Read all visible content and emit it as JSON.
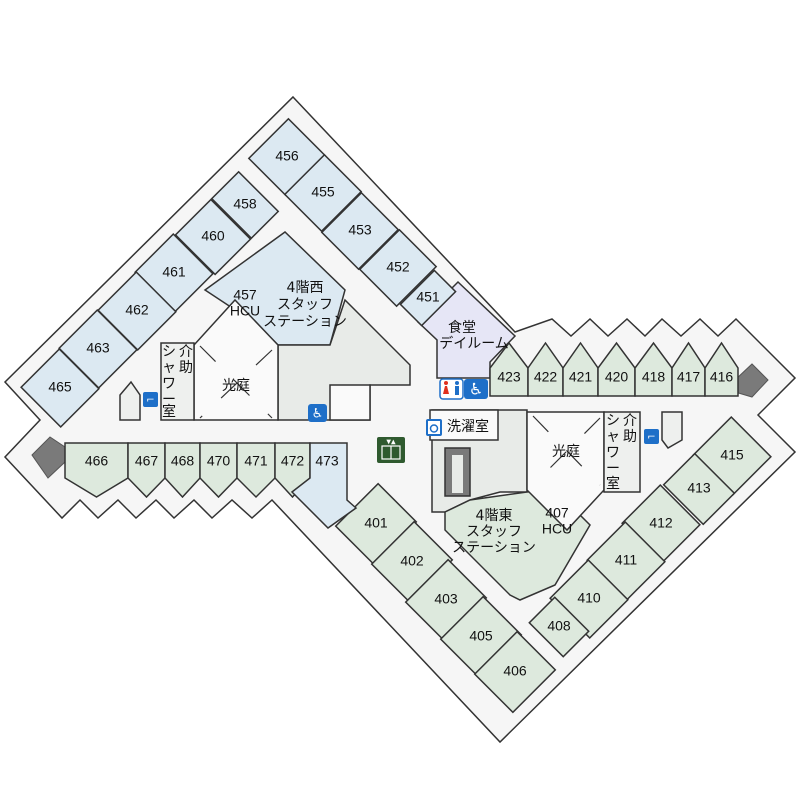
{
  "colors": {
    "patient_room_west": "#dce9f2",
    "patient_room_east": "#dde9dd",
    "dining": "#e6e6f6",
    "corridor": "#f6f6f6",
    "service": "#e8ebe8",
    "stairs": "#7a7a7a",
    "elevator": "#2f5a2f",
    "sign_blue": "#1e6fc8",
    "toilet_red": "#e0301e"
  },
  "rooms": [
    "456",
    "455",
    "453",
    "452",
    "451",
    "458",
    "460",
    "461",
    "462",
    "463",
    "465",
    "401",
    "402",
    "403",
    "405",
    "406",
    "415",
    "413",
    "412",
    "411",
    "410",
    "408",
    "423",
    "422",
    "421",
    "420",
    "418",
    "417",
    "416",
    "466",
    "467",
    "468",
    "470",
    "471",
    "472",
    "473"
  ],
  "areas": {
    "hcu_west": [
      "457",
      "HCU"
    ],
    "station_west": [
      "4階西",
      "スタッフ",
      "ステーション"
    ],
    "courtyard_west": "光庭",
    "shower_west": [
      "介",
      "助",
      "シ",
      "ャ",
      "ワ",
      "ー",
      "室"
    ],
    "dining": [
      "食堂",
      "デイルーム"
    ],
    "laundry": "洗濯室",
    "courtyard_east": "光庭",
    "shower_east": [
      "介",
      "助",
      "シ",
      "ャ",
      "ワ",
      "ー",
      "室"
    ],
    "station_east": [
      "4階東",
      "スタッフ",
      "ステーション"
    ],
    "hcu_east": [
      "407",
      "HCU"
    ]
  },
  "icons": [
    "toilet-icon",
    "wheelchair-icon",
    "shower-icon",
    "laundry-icon",
    "elevator-icon",
    "stairs-icon"
  ]
}
